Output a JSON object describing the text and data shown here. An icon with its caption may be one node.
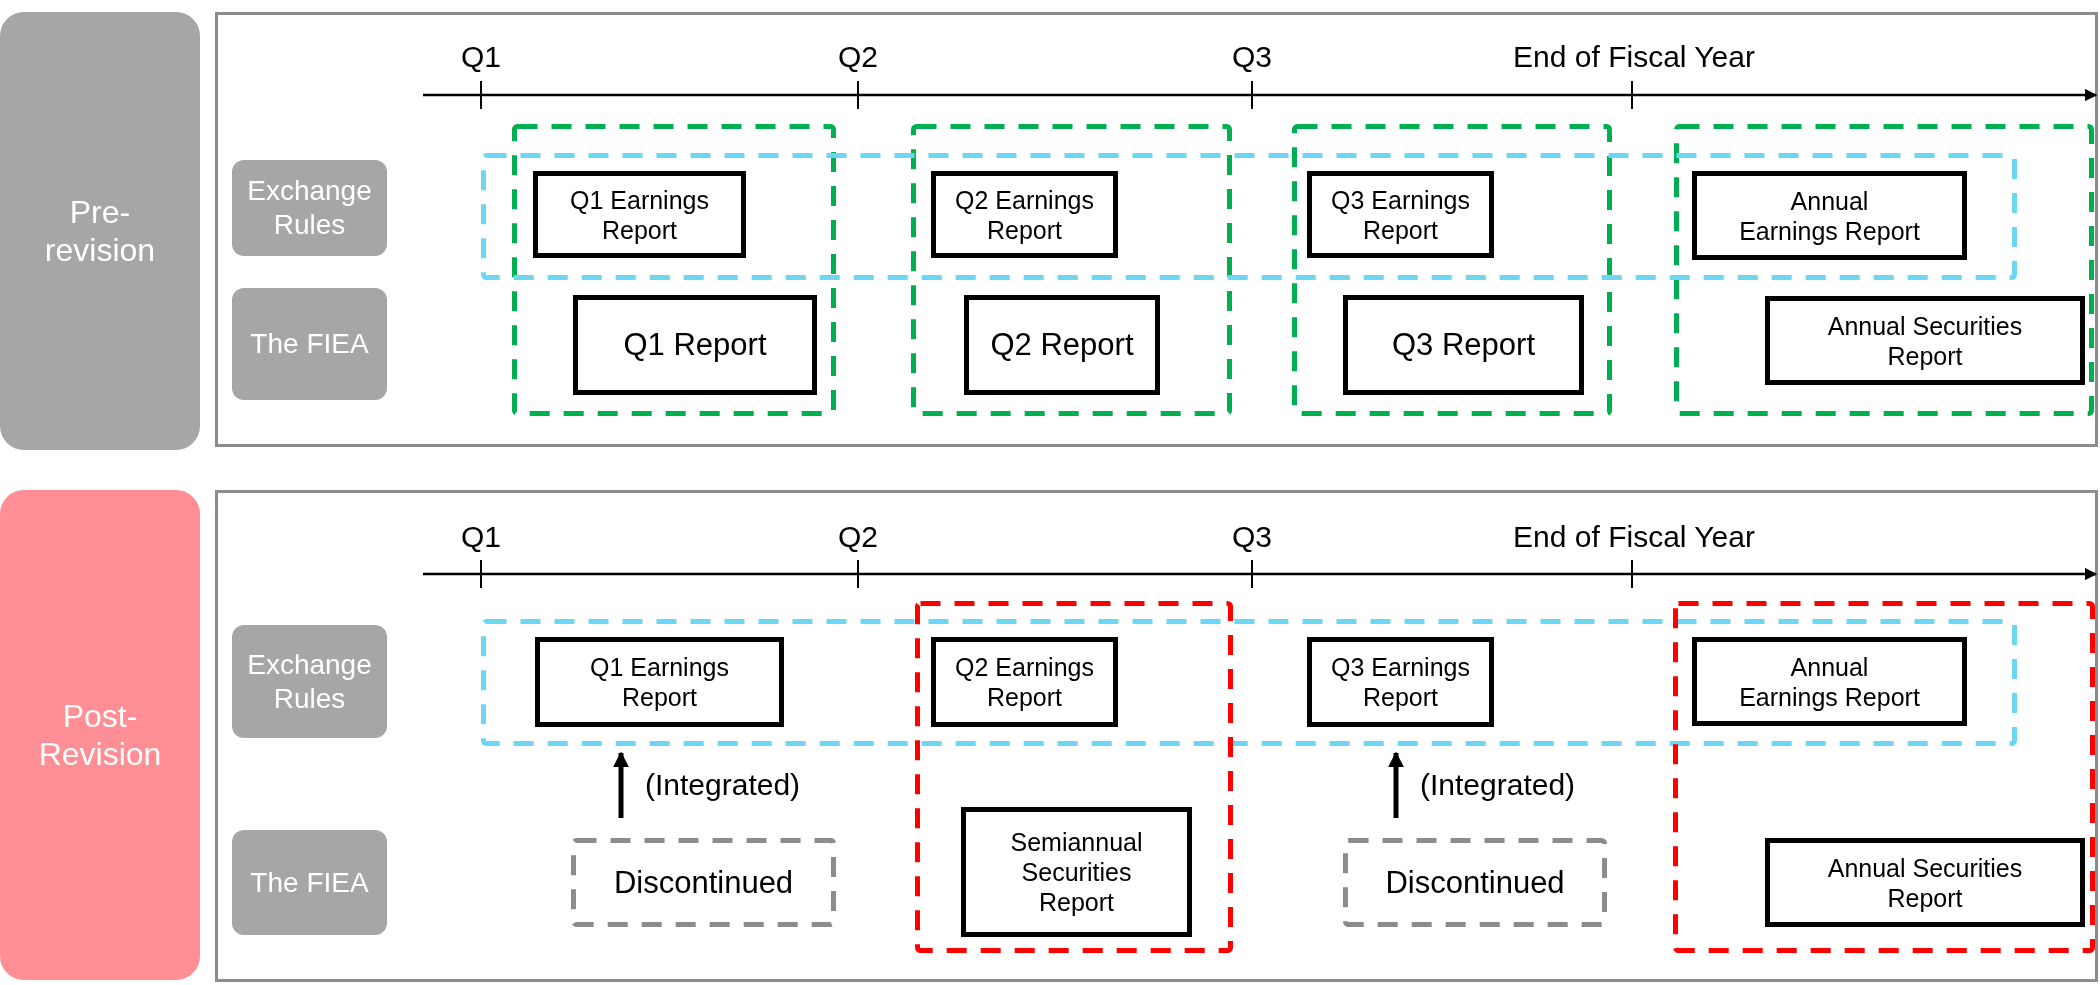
{
  "diagram": {
    "nodes": [
      {
        "text": [
          "Pre- revision"
        ]
      },
      {
        "text": [],
        "shape": "box"
      },
      {
        "text": [
          "Exchange Rules"
        ],
        "in": 1
      },
      {
        "text": [
          "The FIEA"
        ],
        "in": 1
      },
      {
        "text": [],
        "shape": "box",
        "in": 1
      },
      {
        "text": [],
        "shape": "box",
        "in": 1
      },
      {
        "text": [],
        "shape": "box",
        "in": 1
      },
      {
        "text": [],
        "shape": "box",
        "in": 1
      },
      {
        "text": [],
        "shape": "box",
        "in": 1
      },
      {
        "text": [
          "Q1 Earnings Report"
        ]
      },
      {
        "text": [
          "Q1 Report"
        ],
        "in": 4
      },
      {
        "text": [
          "Q2 Earnings Report"
        ]
      },
      {
        "text": [
          "Q2 Report"
        ],
        "in": 5
      },
      {
        "text": [
          "Q3 Earnings Report"
        ]
      },
      {
        "text": [
          "Q3 Report"
        ],
        "in": 6
      },
      {
        "text": [
          "Annual Earnings Report"
        ]
      },
      {
        "text": [
          "Annual Securities Report"
        ],
        "in": 7
      },
      {
        "text": [
          "Post- Revision"
        ]
      },
      {
        "text": [],
        "shape": "box"
      },
      {
        "text": [
          "Exchange Rules"
        ],
        "in": 18
      },
      {
        "text": [
          "The FIEA"
        ],
        "in": 18
      },
      {
        "text": [],
        "shape": "box",
        "in": 18
      },
      {
        "text": [],
        "shape": "box",
        "in": 18
      },
      {
        "text": [],
        "shape": "box",
        "in": 18
      },
      {
        "text": [
          "Q1 Earnings Report"
        ],
        "in": 21
      },
      {
        "text": [
          "Q2 Earnings Report"
        ]
      },
      {
        "text": [
          "Q3 Earnings Report"
        ],
        "in": 21
      },
      {
        "text": [
          "Annual Earnings Report"
        ]
      },
      {
        "text": [
          "Discontinued"
        ],
        "in": 18
      },
      {
        "text": [
          "Semiannual Securities Report"
        ],
        "in": 22
      },
      {
        "text": [
          "Discontinued"
        ],
        "in": 18
      },
      {
        "text": [
          "Annual Securities Report"
        ],
        "in": 23
      }
    ],
    "edges": [
      {
        "from": 28,
        "to": 24,
        "arrow": "to",
        "label": "(Integrated)"
      },
      {
        "from": 30,
        "to": 26,
        "arrow": "to",
        "label": "(Integrated)"
      }
    ],
    "labels": [
      "Q1",
      "Q2",
      "Q3",
      "End of Fiscal Year",
      "Q1",
      "Q2",
      "Q3",
      "End of Fiscal Year"
    ]
  }
}
